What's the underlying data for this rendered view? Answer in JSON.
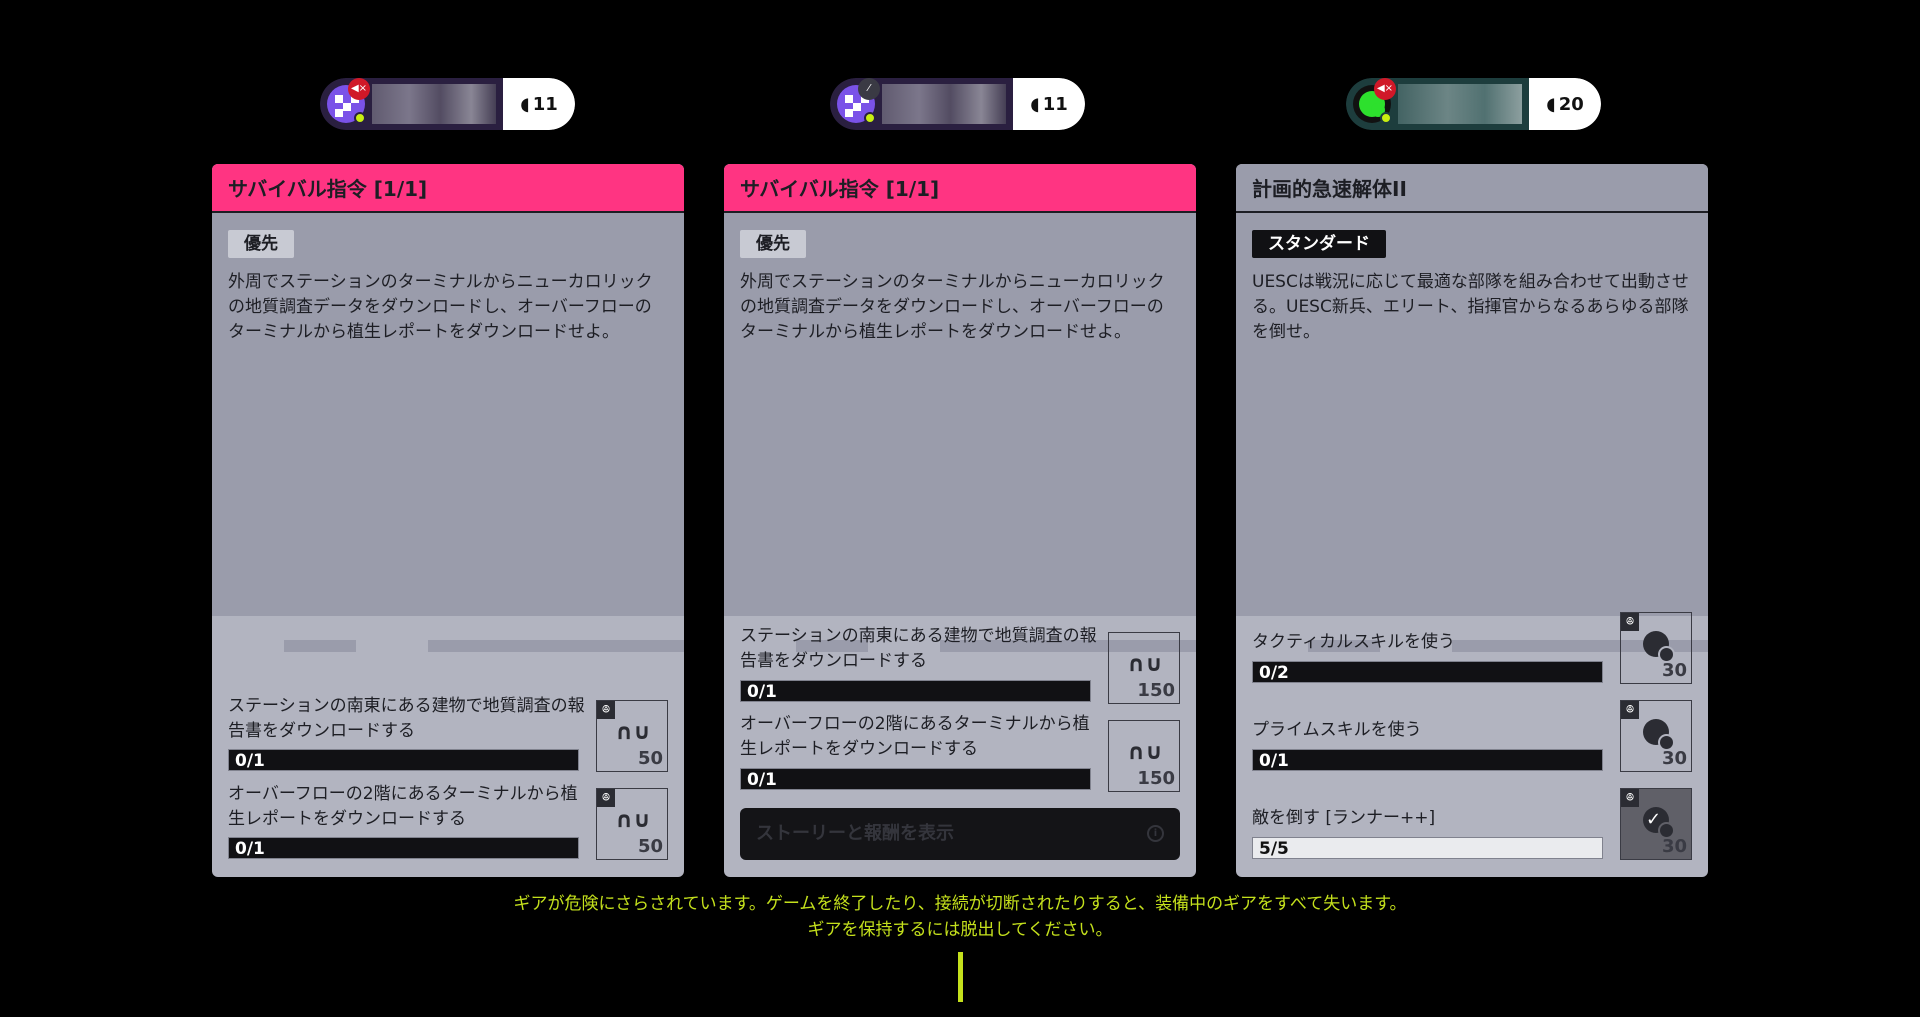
{
  "players": [
    {
      "level": "11",
      "mute_icon": "speaker-muted-icon"
    },
    {
      "level": "11",
      "mute_icon": "mic-off-icon"
    },
    {
      "level": "20",
      "mute_icon": "speaker-muted-icon"
    }
  ],
  "cards": [
    {
      "title": "サバイバル指令 [1/1]",
      "tag": "優先",
      "description": "外周でステーションのターミナルからニューカロリックの地質調査データをダウンロードし、オーバーフローのターミナルから植生レポートをダウンロードせよ。",
      "objectives": [
        {
          "text": "ステーションの南東にある建物で地質調査の報告書をダウンロードする",
          "progress": "0/1",
          "reward": "50"
        },
        {
          "text": "オーバーフローの2階にあるターミナルから植生レポートをダウンロードする",
          "progress": "0/1",
          "reward": "50"
        }
      ]
    },
    {
      "title": "サバイバル指令 [1/1]",
      "tag": "優先",
      "description": "外周でステーションのターミナルからニューカロリックの地質調査データをダウンロードし、オーバーフローのターミナルから植生レポートをダウンロードせよ。",
      "objectives": [
        {
          "text": "ステーションの南東にある建物で地質調査の報告書をダウンロードする",
          "progress": "0/1",
          "reward": "150"
        },
        {
          "text": "オーバーフローの2階にあるターミナルから植生レポートをダウンロードする",
          "progress": "0/1",
          "reward": "150"
        }
      ],
      "story_button": "ストーリーと報酬を表示"
    },
    {
      "title": "計画的急速解体II",
      "tag": "スタンダード",
      "description": "UESCは戦況に応じて最適な部隊を組み合わせて出動させる。UESC新兵、エリート、指揮官からなるあらゆる部隊を倒せ。",
      "objectives": [
        {
          "text": "タクティカルスキルを使う",
          "progress": "0/2",
          "reward": "30"
        },
        {
          "text": "プライムスキルを使う",
          "progress": "0/1",
          "reward": "30"
        },
        {
          "text": "敵を倒す [ランナー++]",
          "progress": "5/5",
          "reward": "30",
          "complete": true
        }
      ]
    }
  ],
  "warning": {
    "line1": "ギアが危険にさらされています。ゲームを終了したり、接続が切断されたりすると、装備中のギアをすべて失います。",
    "line2": "ギアを保持するには脱出してください。"
  },
  "colors": {
    "priority": "#ff3482",
    "warning": "#c4e01c",
    "card_top": "#9a9cab",
    "card_bottom": "#b2b4c0"
  }
}
